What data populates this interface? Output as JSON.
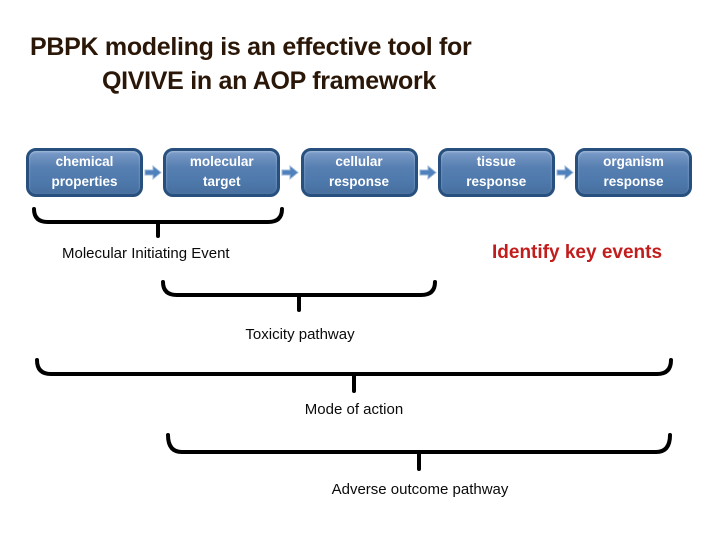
{
  "slide": {
    "title": {
      "line1": "PBPK modeling is an effective tool for",
      "line2": "QIVIVE in an AOP framework"
    },
    "flow": {
      "boxes": [
        {
          "line1": "chemical",
          "line2": "properties"
        },
        {
          "line1": "molecular",
          "line2": "target"
        },
        {
          "line1": "cellular",
          "line2": "response"
        },
        {
          "line1": "tissue",
          "line2": "response"
        },
        {
          "line1": "organism",
          "line2": "response"
        }
      ]
    },
    "labels": {
      "mie": "Molecular Initiating Event",
      "identify_key_events": "Identify key events",
      "toxicity": "Toxicity pathway",
      "mode_of_action": "Mode of action",
      "aop": "Adverse outcome pathway"
    },
    "colors": {
      "background": "#ffffff",
      "title_text": "#2a1708",
      "box_fill": "#4e79ac",
      "box_border": "#27507f",
      "box_text": "#ffffff",
      "arrow_fill": "#4f81bd",
      "arrow_outline": "#9db8d9",
      "annotation_text": "#0a0a0a",
      "accent_red": "#c21d1d",
      "brace_stroke": "#000000"
    }
  }
}
